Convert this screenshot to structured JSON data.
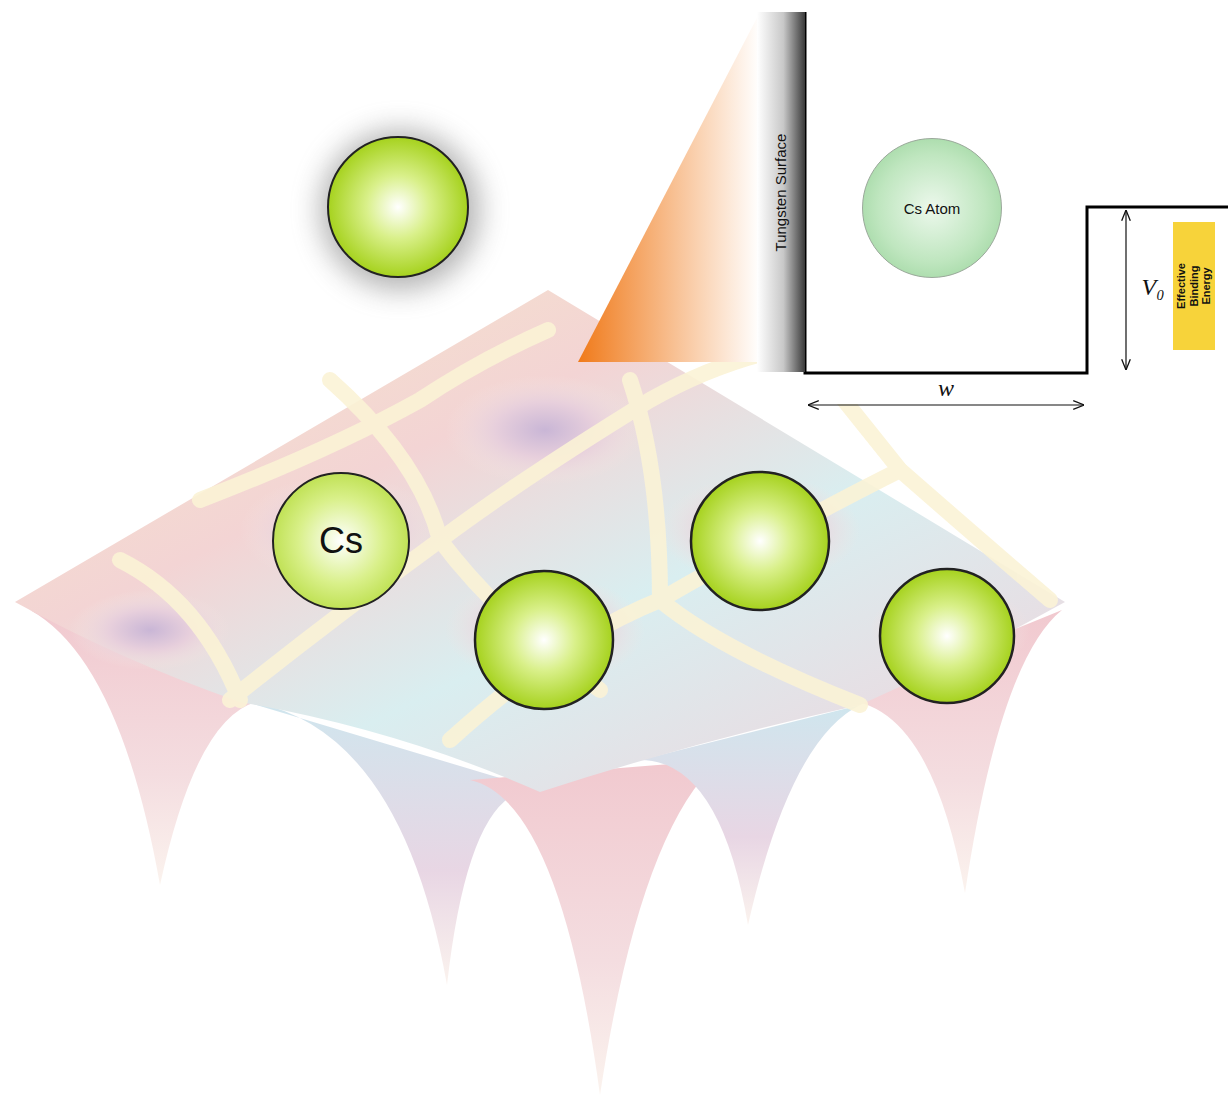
{
  "diagram": {
    "nodes": [
      {
        "text": [
          "Tungsten Surface"
        ]
      },
      {
        "text": [
          "Cs Atom"
        ]
      },
      {
        "text": [
          "Effective Binding Energy"
        ]
      },
      {
        "text": [
          "Cs"
        ]
      }
    ],
    "labels": [
      "w",
      "V₀"
    ]
  }
}
